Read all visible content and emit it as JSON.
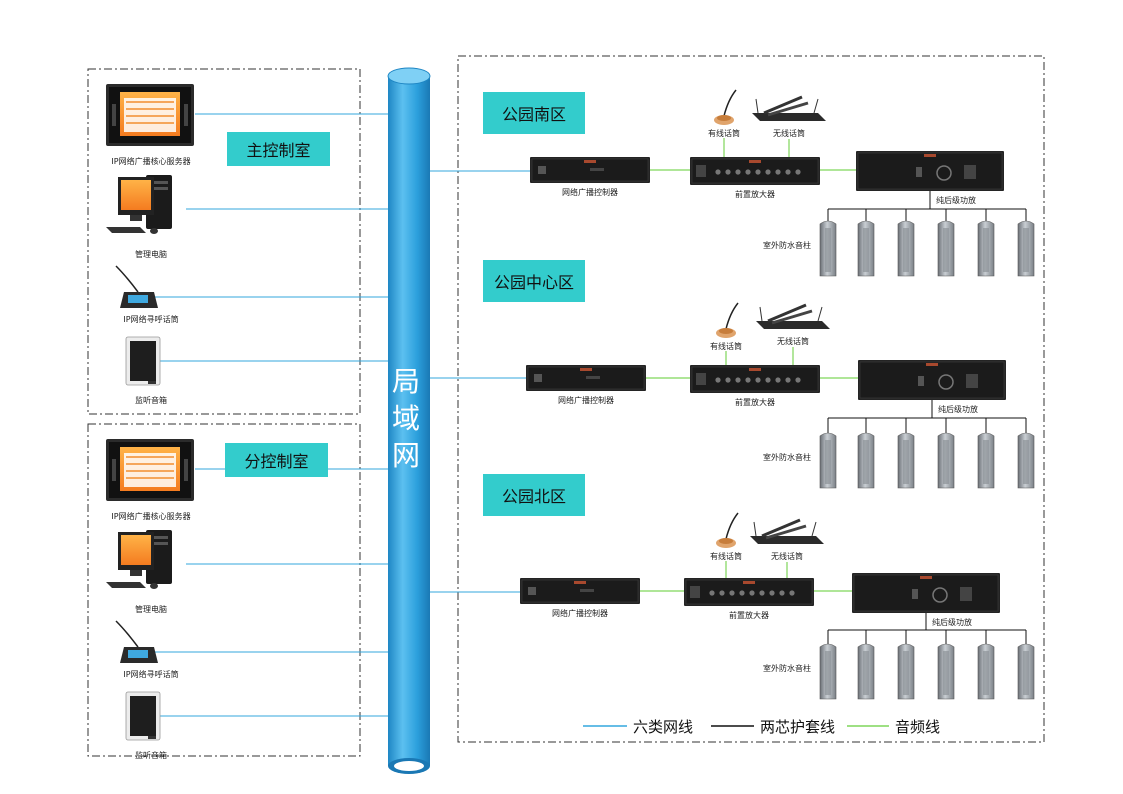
{
  "colors": {
    "cat6": "#33a7dd",
    "twocore": "#111111",
    "audio": "#7fd65a",
    "zone_tag": "#33cccc",
    "lan_pipe": "#2b9fdc"
  },
  "lan": {
    "label_chars": [
      "局",
      "域",
      "网"
    ]
  },
  "rooms": [
    {
      "title": "主控制室",
      "devices": [
        {
          "icon": "server-icon",
          "label": "IP网络广播核心服务器"
        },
        {
          "icon": "computer-icon",
          "label": "管理电脑"
        },
        {
          "icon": "paging-mic-icon",
          "label": "IP网络寻呼话筒"
        },
        {
          "icon": "monitor-speaker-icon",
          "label": "监听音箱"
        }
      ]
    },
    {
      "title": "分控制室",
      "devices": [
        {
          "icon": "server-icon",
          "label": "IP网络广播核心服务器"
        },
        {
          "icon": "computer-icon",
          "label": "管理电脑"
        },
        {
          "icon": "paging-mic-icon",
          "label": "IP网络寻呼话筒"
        },
        {
          "icon": "monitor-speaker-icon",
          "label": "监听音箱"
        }
      ]
    }
  ],
  "zones": [
    {
      "title": "公园南区",
      "controller": "网络广播控制器",
      "preamp": "前置放大器",
      "wired_mic": "有线话筒",
      "wireless_mic": "无线话筒",
      "amplifier": "纯后级功放",
      "speakers_label": "室外防水音柱",
      "speaker_count": 6
    },
    {
      "title": "公园中心区",
      "controller": "网络广播控制器",
      "preamp": "前置放大器",
      "wired_mic": "有线话筒",
      "wireless_mic": "无线话筒",
      "amplifier": "纯后级功放",
      "speakers_label": "室外防水音柱",
      "speaker_count": 6
    },
    {
      "title": "公园北区",
      "controller": "网络广播控制器",
      "preamp": "前置放大器",
      "wired_mic": "有线话筒",
      "wireless_mic": "无线话筒",
      "amplifier": "纯后级功放",
      "speakers_label": "室外防水音柱",
      "speaker_count": 6
    }
  ],
  "legend": [
    {
      "label": "六类网线",
      "color": "#33a7dd"
    },
    {
      "label": "两芯护套线",
      "color": "#111111"
    },
    {
      "label": "音频线",
      "color": "#7fd65a"
    }
  ]
}
